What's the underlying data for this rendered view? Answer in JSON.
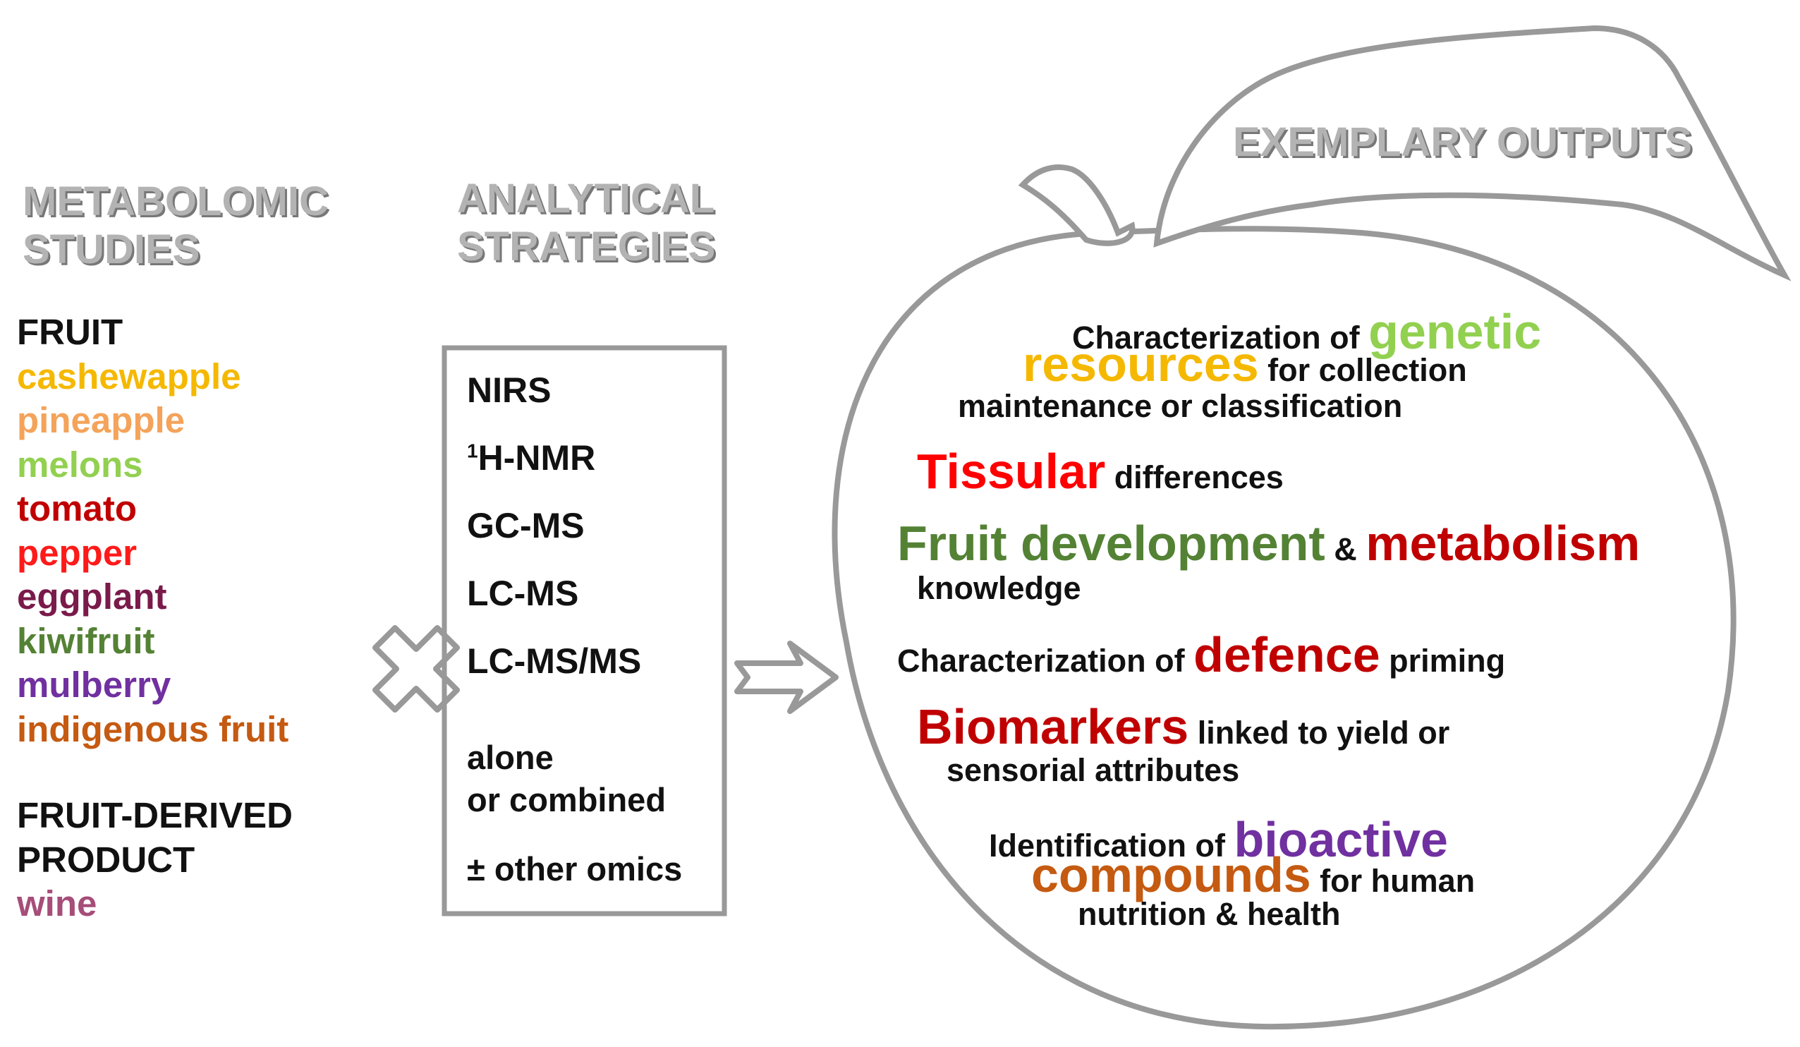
{
  "headings": {
    "metabolomic": [
      "METABOLOMIC",
      "STUDIES"
    ],
    "analytical": [
      "ANALYTICAL",
      "STRATEGIES"
    ],
    "outputs": "EXEMPLARY OUTPUTS"
  },
  "studies": {
    "fruit_header": "FRUIT",
    "fruits": [
      {
        "name": "cashewapple",
        "color": "#f5b800"
      },
      {
        "name": "pineapple",
        "color": "#f4a35a"
      },
      {
        "name": "melons",
        "color": "#92d050"
      },
      {
        "name": "tomato",
        "color": "#c00000"
      },
      {
        "name": "pepper",
        "color": "#ff1a1a"
      },
      {
        "name": "eggplant",
        "color": "#7a1a4a"
      },
      {
        "name": "kiwifruit",
        "color": "#548235"
      },
      {
        "name": "mulberry",
        "color": "#7030a0"
      },
      {
        "name": "indigenous fruit",
        "color": "#c55a11"
      }
    ],
    "derived_header_1": "FRUIT-DERIVED",
    "derived_header_2": "PRODUCT",
    "derived": {
      "name": "wine",
      "color": "#a64d79"
    }
  },
  "strategies": {
    "items": [
      "NIRS",
      "H-NMR",
      "GC-MS",
      "LC-MS",
      "LC-MS/MS"
    ],
    "nmr_superscript": "1",
    "combo_1": "alone",
    "combo_2": "or combined",
    "other": "± other omics"
  },
  "outputs": {
    "genetic": {
      "pre": "Characterization of ",
      "w1": "genetic",
      "w2": "resources",
      "post": " for collection",
      "line3": "maintenance or classification",
      "c1": "#92d050",
      "c2": "#f5b800"
    },
    "tissular": {
      "w": "Tissular",
      "post": " differences",
      "c": "#ff0000"
    },
    "development": {
      "w1": "Fruit development",
      "amp": " & ",
      "w2": "metabolism",
      "line2": "knowledge",
      "c1": "#548235",
      "c2": "#c00000"
    },
    "defence": {
      "pre": "Characterization of ",
      "w": "defence",
      "post": " priming",
      "c": "#c00000"
    },
    "biomarkers": {
      "w": "Biomarkers",
      "post": " linked to yield or",
      "line2": "sensorial attributes",
      "c": "#c00000"
    },
    "bioactive": {
      "pre": "Identification of ",
      "w1": "bioactive",
      "w2": "compounds",
      "post": " for human",
      "line3": "nutrition & health",
      "c1": "#7030a0",
      "c2": "#c55a11"
    }
  },
  "colors": {
    "heading": "#b3b3b3",
    "outline": "#999999",
    "text": "#111111"
  }
}
